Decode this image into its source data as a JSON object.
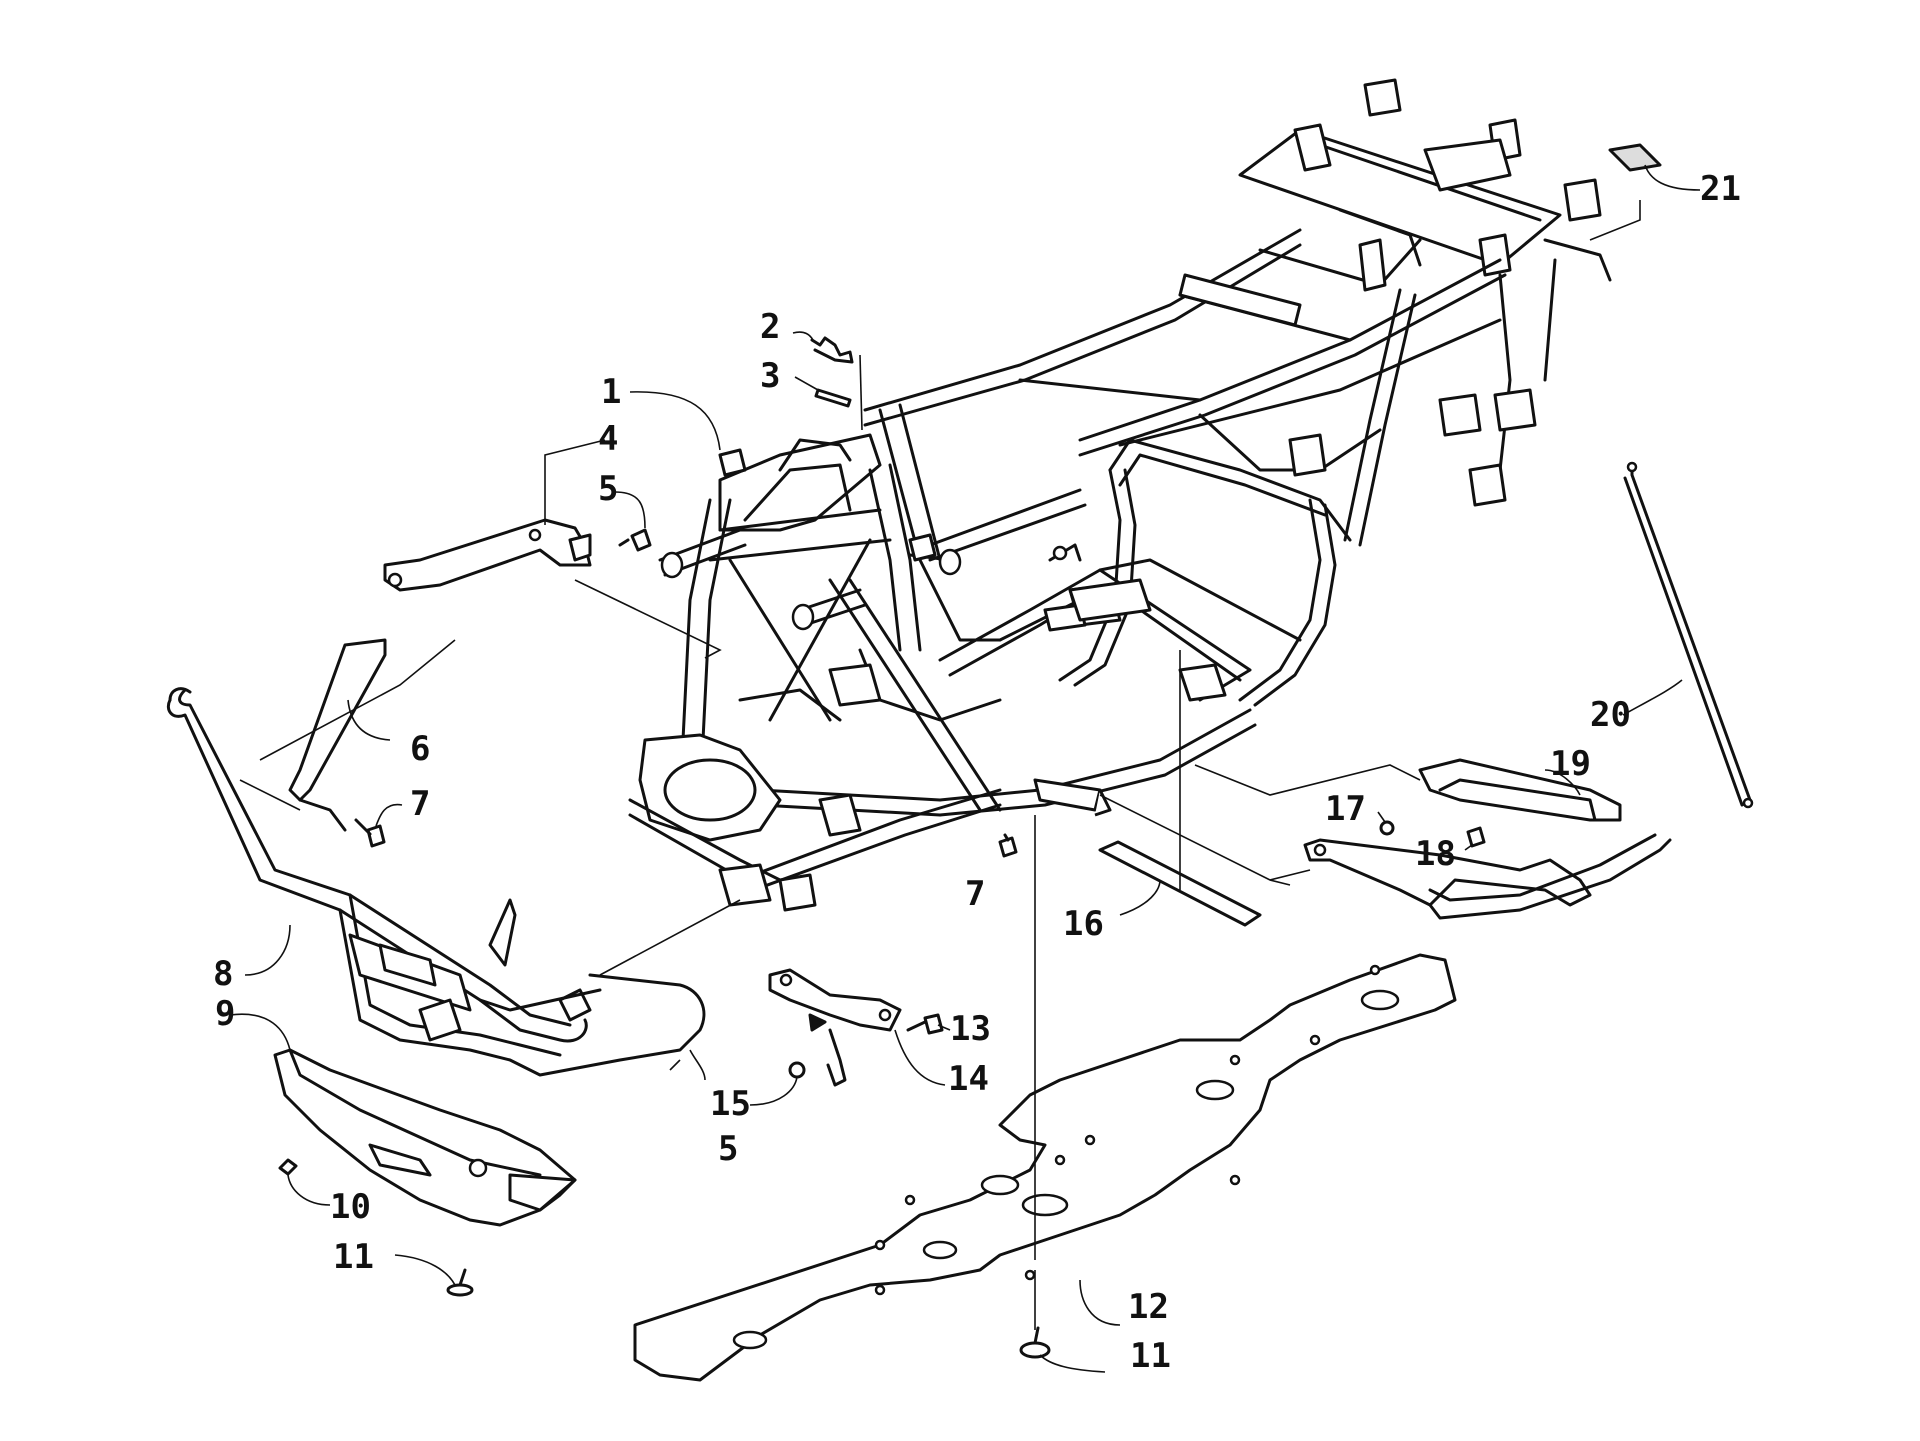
{
  "diagram": {
    "callouts": [
      {
        "id": "c1",
        "label": "1"
      },
      {
        "id": "c2",
        "label": "2"
      },
      {
        "id": "c3",
        "label": "3"
      },
      {
        "id": "c4",
        "label": "4"
      },
      {
        "id": "c5a",
        "label": "5"
      },
      {
        "id": "c5b",
        "label": "5"
      },
      {
        "id": "c6",
        "label": "6"
      },
      {
        "id": "c7a",
        "label": "7"
      },
      {
        "id": "c7b",
        "label": "7"
      },
      {
        "id": "c8",
        "label": "8"
      },
      {
        "id": "c9",
        "label": "9"
      },
      {
        "id": "c10",
        "label": "10"
      },
      {
        "id": "c11a",
        "label": "11"
      },
      {
        "id": "c11b",
        "label": "11"
      },
      {
        "id": "c12",
        "label": "12"
      },
      {
        "id": "c13",
        "label": "13"
      },
      {
        "id": "c14",
        "label": "14"
      },
      {
        "id": "c15",
        "label": "15"
      },
      {
        "id": "c16",
        "label": "16"
      },
      {
        "id": "c17",
        "label": "17"
      },
      {
        "id": "c18",
        "label": "18"
      },
      {
        "id": "c19",
        "label": "19"
      },
      {
        "id": "c20",
        "label": "20"
      },
      {
        "id": "c21",
        "label": "21"
      }
    ],
    "colors": {
      "line": "#111111",
      "background": "#ffffff"
    }
  }
}
